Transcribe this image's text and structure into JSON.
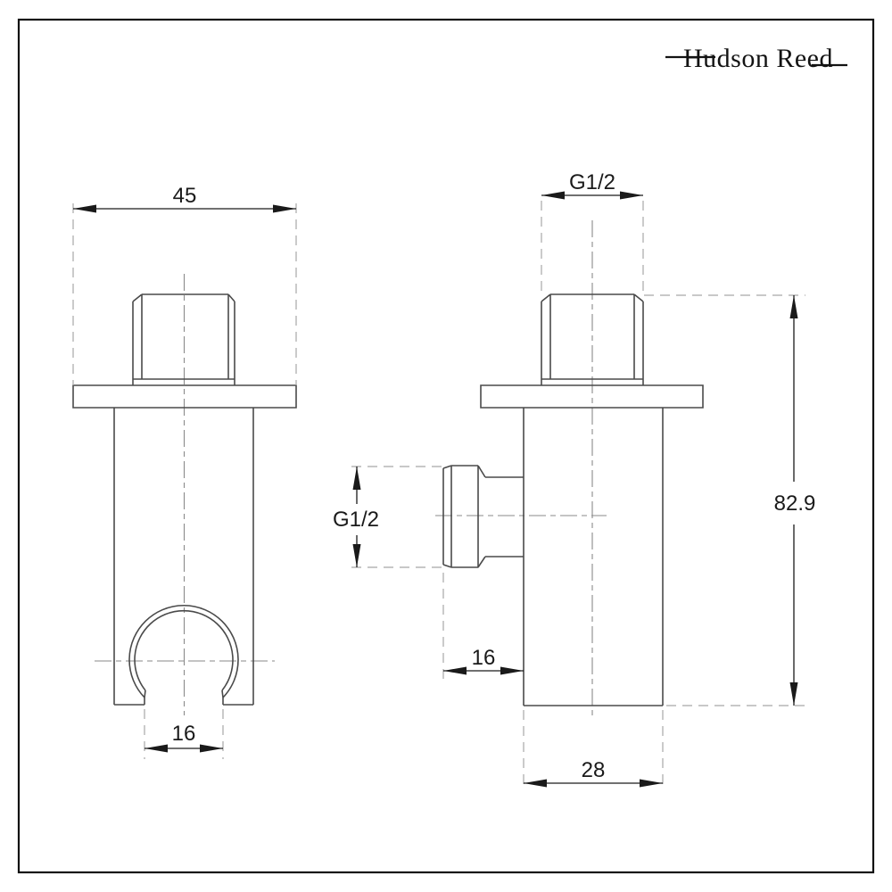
{
  "logo": {
    "text": "Hudson Reed"
  },
  "front_view": {
    "description": "front elevation of wall outlet with handset holder ring",
    "dimensions": {
      "overall_width": "45",
      "holder_gap_width": "16"
    }
  },
  "side_view": {
    "description": "side elevation with top thread and side outlet port",
    "dimensions": {
      "top_thread": "G1/2",
      "side_thread": "G1/2",
      "port_projection": "16",
      "body_depth": "28",
      "overall_height": "82.9"
    }
  },
  "colors": {
    "background": "#ffffff",
    "page_border": "#111111",
    "part_outline": "#4a4a4a",
    "centerline": "#8a8a8a",
    "extension_line": "#a8a8a8",
    "dimension_ink": "#1a1a1a"
  }
}
